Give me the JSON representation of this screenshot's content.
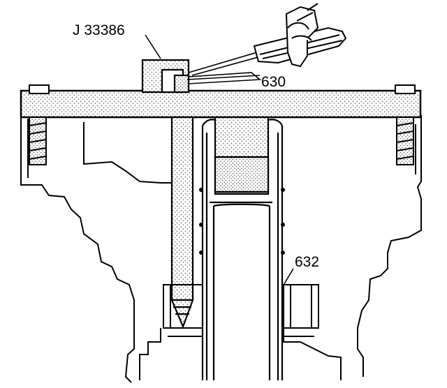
{
  "labels": {
    "tool_number": "J 33386",
    "part_upper": "630",
    "part_lower": "632"
  },
  "colors": {
    "ink": "#000000",
    "paper": "#ffffff",
    "stipple": "#6f6f6f"
  }
}
